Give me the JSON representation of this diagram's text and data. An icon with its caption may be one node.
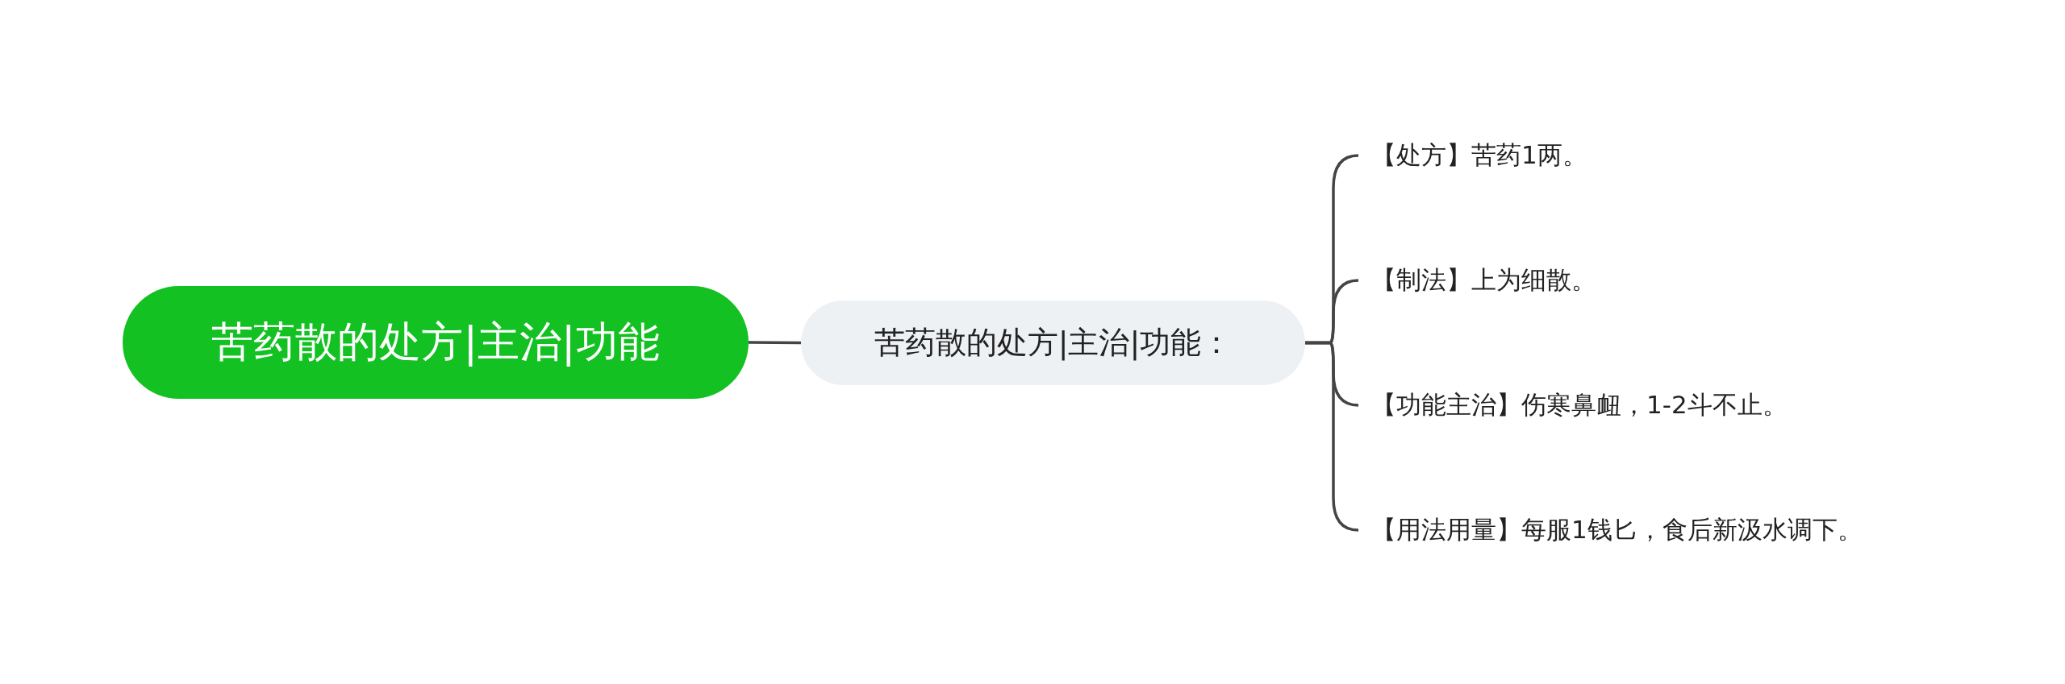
{
  "diagram": {
    "nodes": [
      {
        "text": [
          "苦药散的处方|主治|功能"
        ]
      },
      {
        "text": [
          "苦药散的处方|主治|功能："
        ]
      },
      {
        "text": [
          "【处方】苦药1两。"
        ]
      },
      {
        "text": [
          "【制法】上为细散。"
        ]
      },
      {
        "text": [
          "【功能主治】伤寒鼻衄，1-2斗不止。"
        ]
      },
      {
        "text": [
          "【用法用量】每服1钱匕，食后新汲水调下。"
        ]
      }
    ],
    "edges": [
      {
        "from": 0,
        "to": 1,
        "arrow": "none"
      },
      {
        "from": 1,
        "to": 2,
        "arrow": "none"
      },
      {
        "from": 1,
        "to": 3,
        "arrow": "none"
      },
      {
        "from": 1,
        "to": 4,
        "arrow": "none"
      },
      {
        "from": 1,
        "to": 5,
        "arrow": "none"
      }
    ]
  }
}
